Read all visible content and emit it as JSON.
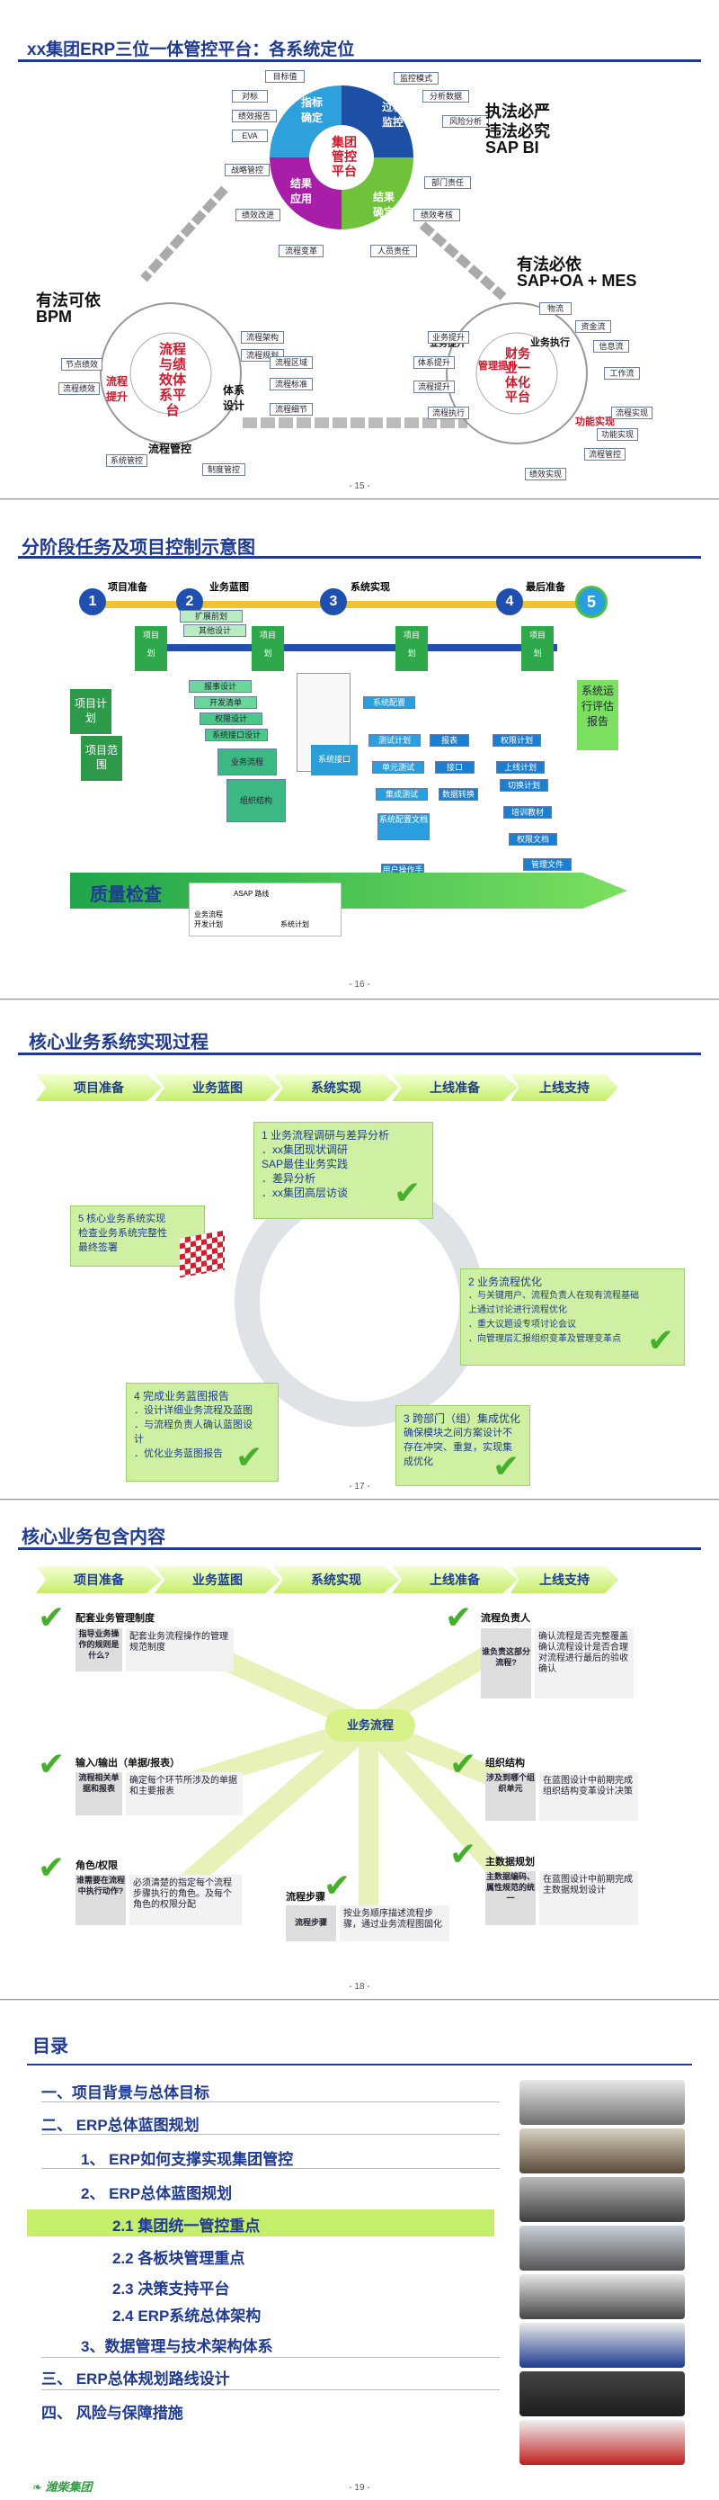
{
  "slide15": {
    "title": "xx集团ERP三位一体管控平台：各系统定位",
    "page": "- 15 -",
    "center": "集团管控平台",
    "seg_top_left": "指标确定",
    "seg_top_right": "过程监控",
    "seg_bottom_right": "结果确定",
    "seg_bottom_left": "结果应用",
    "boxes": [
      "目标值",
      "对标",
      "绩效报告",
      "EVA",
      "战略管控",
      "绩效改进",
      "流程变革",
      "监控模式",
      "分析数据",
      "风险分析",
      "部门责任",
      "绩效考核",
      "人员责任"
    ],
    "right_label_1": "执法必严",
    "right_label_2": "违法必究",
    "right_label_3": "SAP  BI",
    "bpm_label_1": "有法可依",
    "bpm_label_2": "BPM",
    "mid_label_1": "有法必依",
    "mid_label_2": "SAP+OA + MES",
    "left_wheel": "流程与绩效体系平台",
    "left_seg_1": "流程提升",
    "left_seg_2": "体系设计",
    "left_seg_3": "流程管控",
    "left_boxes": [
      "节点绩效",
      "流程绩效",
      "系统管控",
      "流程架构",
      "流程规划",
      "流程区域",
      "流程标准",
      "流程细节",
      "制度管控"
    ],
    "right_wheel": "财务业一体化平台",
    "right_seg_1": "业务执行",
    "right_seg_2": "业务提升",
    "right_seg_3": "功能实现",
    "right_seg_4": "管理提升",
    "right_boxes": [
      "物流",
      "资金流",
      "信息流",
      "工作流",
      "流程实现",
      "功能实现",
      "流程管控",
      "绩效实现",
      "业务提升",
      "体系提升",
      "流程提升",
      "流程执行"
    ]
  },
  "slide16": {
    "title": "分阶段任务及项目控制示意图",
    "page": "- 16 -",
    "phases": [
      "项目准备",
      "业务蓝图",
      "系统实现",
      "最后准备"
    ],
    "nums": [
      "1",
      "2",
      "3",
      "4",
      "5"
    ],
    "green_small": [
      "项目",
      "项目",
      "项目",
      "项目"
    ],
    "green_small_2": [
      "划",
      "划",
      "划",
      "划"
    ],
    "plan": "项目计划",
    "scope": "项目范围",
    "bp_items": [
      "扩展前划",
      "其他设计",
      "报事设计",
      "开发清单",
      "权限设计",
      "系统接口设计",
      "业务流程",
      "组织结构"
    ],
    "sys_items": [
      "系统配置",
      "测试计划",
      "单元测试",
      "集成测试",
      "系统配置文档",
      "用户操作手册"
    ],
    "mid_items": [
      "报表",
      "接口",
      "数据转换"
    ],
    "final_items": [
      "权限计划",
      "上线计划",
      "切换计划",
      "培训教材",
      "权限文档",
      "管理文件"
    ],
    "eval": "系统运行评估报告",
    "interface": "系统接口",
    "quality": "质量检查",
    "asap": "ASAP 路线",
    "asap_sub": "业务流程",
    "asap_sub2": "开发计划",
    "asap_sub3": "系统计划"
  },
  "slide17": {
    "title": "核心业务系统实现过程",
    "page": "- 17 -",
    "chevrons": [
      "项目准备",
      "业务蓝图",
      "系统实现",
      "上线准备",
      "上线支持"
    ],
    "step1": [
      "1  业务流程调研与差异分析",
      "．xx集团现状调研",
      "SAP最佳业务实践",
      "．差异分析",
      "．xx集团高层访谈"
    ],
    "step2": [
      "2  业务流程优化",
      "．与关键用户、流程负责人在现有流程基础",
      "上通过讨论进行流程优化",
      "．重大议题设专项讨论会议",
      "．向管理层汇报组织变革及管理变革点"
    ],
    "step3": [
      "3  跨部门（组）集成优化",
      "确保模块之间方案设计不",
      "存在冲突、重复，实现集",
      "成优化"
    ],
    "step4": [
      "4  完成业务蓝图报告",
      "．设计详细业务流程及蓝图",
      "．与流程负责人确认蓝图设",
      "计",
      "．优化业务蓝图报告"
    ],
    "step5": [
      "5  核心业务系统实现",
      "检查业务系统完整性",
      "最终签署"
    ]
  },
  "slide18": {
    "title": "核心业务包含内容",
    "page": "- 18 -",
    "chevrons": [
      "项目准备",
      "业务蓝图",
      "系统实现",
      "上线准备",
      "上线支持"
    ],
    "center": "业务流程",
    "items": [
      {
        "head": "配套业务管理制度",
        "tag": "指导业务操作的规则是什么?",
        "desc": "配套业务流程操作的管理规范制度"
      },
      {
        "head": "输入/输出（单据/报表）",
        "tag": "流程相关单据和报表",
        "desc": "确定每个环节所涉及的单据和主要报表"
      },
      {
        "head": "角色/权限",
        "tag": "谁需要在流程中执行动作?",
        "desc": "必须清楚的指定每个流程步骤执行的角色。及每个角色的权限分配"
      },
      {
        "head": "流程步骤",
        "tag": "流程步骤",
        "desc": "按业务顺序描述流程步骤，通过业务流程图固化"
      },
      {
        "head": "流程负责人",
        "tag": "谁负责这部分流程?",
        "desc": "确认流程是否完整覆盖\n确认流程设计是否合理\n对流程进行最后的验收确认"
      },
      {
        "head": "组织结构",
        "tag": "涉及到哪个组织单元",
        "desc": "在蓝图设计中前期完成组织结构变革设计决策"
      },
      {
        "head": "主数据规划",
        "tag": "主数据编码、属性规范的统一",
        "desc": "在蓝图设计中前期完成主数据规划设计"
      }
    ]
  },
  "slide19": {
    "title": "目录",
    "page": "- 19 -",
    "items": [
      "一、项目背景与总体目标",
      "二、  ERP总体蓝图规划",
      "1、 ERP如何支撑实现集团管控",
      "2、 ERP总体蓝图规划",
      "2.1 集团统一管控重点",
      "2.2 各板块管理重点",
      "2.3 决策支持平台",
      "2.4 ERP系统总体架构",
      "3、数据管理与技术架构体系",
      "三、  ERP总体规划路线设计",
      "四、  风险与保障措施"
    ],
    "logo": "潍柴集团"
  },
  "colors": {
    "brand": "#1f3a93",
    "red": "#d0192b",
    "green": "#2e9e3f",
    "lime": "#c5ef6a"
  }
}
